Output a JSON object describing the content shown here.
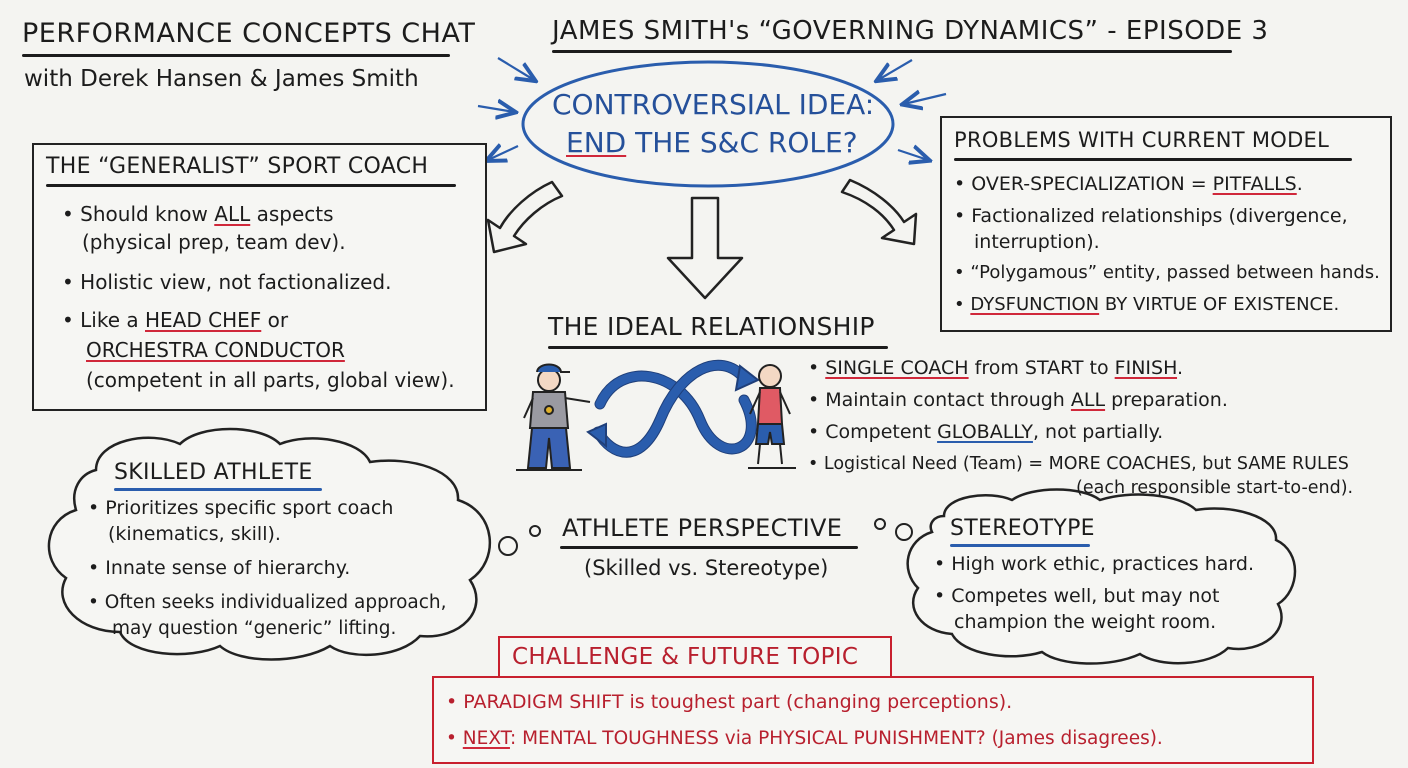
{
  "header": {
    "left_title": "PERFORMANCE CONCEPTS CHAT",
    "left_subtitle": "with Derek Hansen & James Smith",
    "right_title": "JAMES SMITH's “GOVERNING DYNAMICS” - EPISODE 3"
  },
  "center": {
    "line1": "CONTROVERSIAL IDEA:",
    "line2_u": "END",
    "line2_rest": " THE S&C ROLE?"
  },
  "generalist": {
    "title": "THE “GENERALIST” SPORT COACH",
    "b1_pre": "• Should know ",
    "b1_u": "ALL",
    "b1_post": " aspects",
    "b1_line2": "(physical prep, team dev).",
    "b2": "• Holistic view, not factionalized.",
    "b3_pre": "• Like a ",
    "b3_u": "HEAD CHEF",
    "b3_post": " or",
    "b3_line2_u": "ORCHESTRA CONDUCTOR",
    "b3_line3": "(competent in all parts, global view)."
  },
  "problems": {
    "title": "PROBLEMS WITH CURRENT MODEL",
    "b1_pre": "• OVER-SPECIALIZATION = ",
    "b1_u": "PITFALLS",
    "b1_post": ".",
    "b2_line1": "• Factionalized relationships (divergence,",
    "b2_line2": "interruption).",
    "b3": "• “Polygamous” entity, passed between hands.",
    "b4_pre": "• ",
    "b4_u": "DYSFUNCTION",
    "b4_post": " BY VIRTUE OF EXISTENCE."
  },
  "ideal": {
    "title": "THE IDEAL RELATIONSHIP",
    "b1_pre": "• ",
    "b1_u1": "SINGLE COACH",
    "b1_mid": " from START to ",
    "b1_u2": "FINISH",
    "b1_post": ".",
    "b2_pre": "• Maintain contact through ",
    "b2_u": "ALL",
    "b2_post": " preparation.",
    "b3_pre": "• Competent ",
    "b3_u": "GLOBALLY",
    "b3_post": ", not partially.",
    "b4_line1": "• Logistical Need (Team) = MORE COACHES, but SAME RULES",
    "b4_line2": "(each responsible start-to-end)."
  },
  "skilled": {
    "title": "SKILLED ATHLETE",
    "b1_line1": "• Prioritizes specific sport coach",
    "b1_line2": "(kinematics, skill).",
    "b2": "• Innate sense of hierarchy.",
    "b3_line1": "• Often seeks individualized approach,",
    "b3_line2": "may question “generic” lifting."
  },
  "perspective": {
    "title": "ATHLETE PERSPECTIVE",
    "subtitle": "(Skilled vs. Stereotype)"
  },
  "stereotype": {
    "title": "STEREOTYPE",
    "b1": "• High work ethic, practices hard.",
    "b2_line1": "• Competes well, but may not",
    "b2_line2": "champion the weight room."
  },
  "challenge": {
    "title": "CHALLENGE & FUTURE TOPIC",
    "b1": "• PARADIGM SHIFT is toughest part (changing perceptions).",
    "b2_pre": "• ",
    "b2_u": "NEXT",
    "b2_post": ": MENTAL TOUGHNESS via PHYSICAL PUNISHMENT? (James disagrees)."
  },
  "icons": {
    "chef": "chef-hat-icon",
    "conductor": "conductor-icon",
    "coach": "coach-figure-icon",
    "athlete": "athlete-figure-icon",
    "cycle": "cycle-arrows-icon",
    "muscle": "flexed-arm-question-icon"
  },
  "colors": {
    "red": "#d0283a",
    "blue": "#2a5dad",
    "ink": "#1c1c1c"
  }
}
